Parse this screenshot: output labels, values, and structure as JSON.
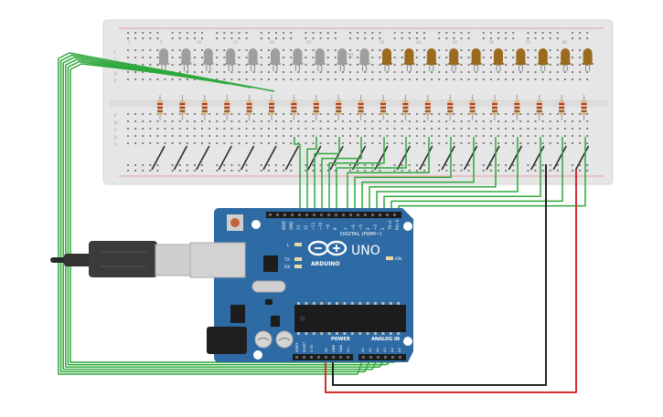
{
  "board": {
    "brand": "ARDUINO",
    "model": "UNO",
    "digital_label": "DIGITAL (PWM~)",
    "power_label": "POWER",
    "analog_label": "ANALOG IN",
    "on_label": "ON",
    "aref_label": "AREF",
    "gnd_label": "GND",
    "l_label": "L",
    "tx_label": "TX",
    "rx_label": "RX",
    "digital_pins": [
      "13",
      "12",
      "~11",
      "~10",
      "~9",
      "8",
      "7",
      "~6",
      "~5",
      "4",
      "~3",
      "2",
      "TX→1",
      "RX←0"
    ],
    "power_pins": [
      "IOREF",
      "RESET",
      "3.3V",
      "5V",
      "GND",
      "GND",
      "Vin"
    ],
    "analog_pins": [
      "A0",
      "A1",
      "A2",
      "A3",
      "A4",
      "A5"
    ]
  },
  "breadboard": {
    "row_letters_top": [
      "J",
      "I",
      "H",
      "G",
      "F"
    ],
    "row_letters_bottom": [
      "E",
      "D",
      "C",
      "B",
      "A"
    ],
    "column_numbers": [
      "1",
      "5",
      "10",
      "15",
      "20",
      "25",
      "30",
      "35",
      "40",
      "45",
      "50",
      "55",
      "60"
    ]
  },
  "leds": {
    "count": 20,
    "off_color": "#9e9e9e",
    "on_color": "#9a6a1e"
  },
  "colors": {
    "board_blue": "#2e6aa3",
    "wire_green": "#2ea83a",
    "wire_red": "#d32f2f",
    "wire_black": "#222222"
  }
}
